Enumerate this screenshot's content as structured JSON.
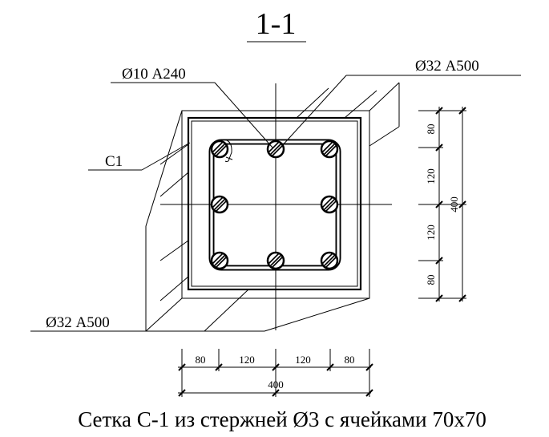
{
  "section": {
    "title": "1-1"
  },
  "labels": {
    "stirrup": "Ø10 А240",
    "top_rebar": "Ø32 А500",
    "mesh": "С1",
    "bottom_rebar": "Ø32 А500"
  },
  "dimensions": {
    "horizontal": [
      "80",
      "120",
      "120",
      "80"
    ],
    "horizontal_total": "400",
    "vertical": [
      "80",
      "120",
      "120",
      "80"
    ],
    "vertical_total": "400"
  },
  "caption": "Сетка С-1 из стержней Ø3 с ячейками 70х70"
}
